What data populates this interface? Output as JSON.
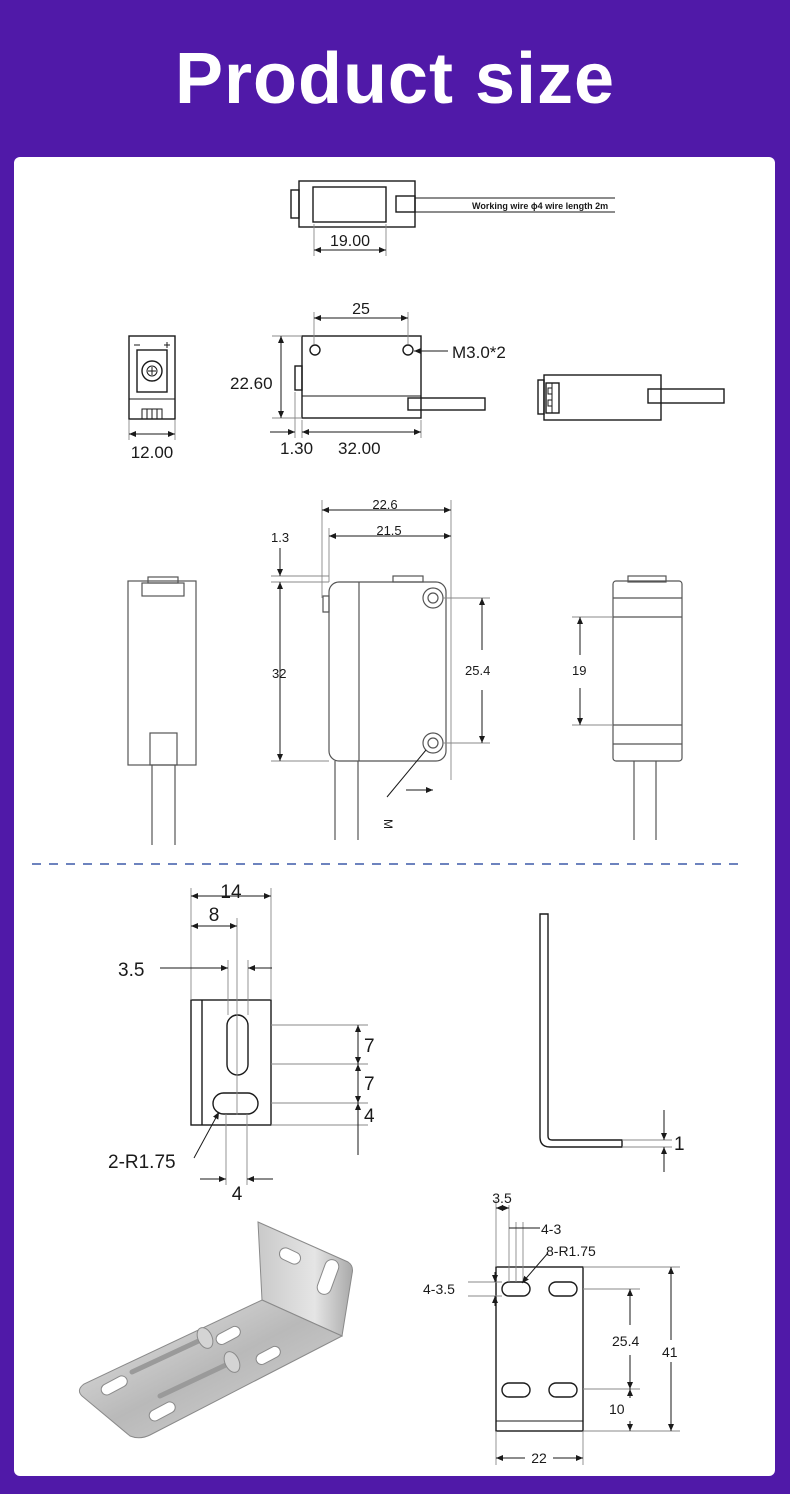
{
  "page": {
    "title": "Product size"
  },
  "top_view": {
    "wire_note": "Working wire ɸ4 wire length 2m",
    "length_dim": "19.00"
  },
  "orthographic": {
    "width_dim": "12.00",
    "hole_spacing": "25",
    "hole_callout": "M3.0*2",
    "height_dim": "22.60",
    "lens_offset": "1.30",
    "length_dim": "32.00"
  },
  "detail": {
    "overall_width": "22.6",
    "body_width": "21.5",
    "lens_offset": "1.3",
    "height": "32",
    "hole_spacing": "25.4",
    "lens_height": "19",
    "hole_mark": "M"
  },
  "bracket": {
    "width": "14",
    "slot_offset": "8",
    "slot_width": "3.5",
    "dim_7a": "7",
    "dim_7b": "7",
    "dim_4": "4",
    "radius": "2-R1.75",
    "slot_bottom": "4",
    "thickness": "1"
  },
  "bracket_base": {
    "slot_width": "3.5",
    "slot_spacing": "4-3",
    "radius": "8-R1.75",
    "slot_length": "4-3.5",
    "hole_spacing": "25.4",
    "height": "41",
    "bottom": "10",
    "width": "22"
  }
}
